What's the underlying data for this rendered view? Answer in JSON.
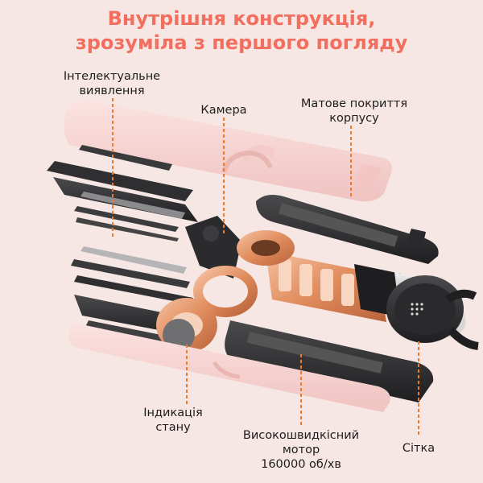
{
  "header": {
    "title_line1": "Внутрішня конструкція,",
    "title_line2": "зрозуміла з першого погляду"
  },
  "labels": {
    "intelligent_line1": "Інтелектуальне",
    "intelligent_line2": "виявлення",
    "camera": "Камера",
    "coating_line1": "Матове покриття",
    "coating_line2": "корпусу",
    "status_line1": "Індикація",
    "status_line2": "стану",
    "motor_line1": "Високошвидкісний",
    "motor_line2": "мотор",
    "motor_line3": "160000 об/хв",
    "mesh": "Сітка"
  },
  "colors": {
    "title": "#f26f5f",
    "background": "#f6e7e4",
    "leader": "#f07a2a",
    "shell_pink": "#f7d3d1",
    "dark_part": "#2b2b2d",
    "copper": "#e79b6f"
  }
}
